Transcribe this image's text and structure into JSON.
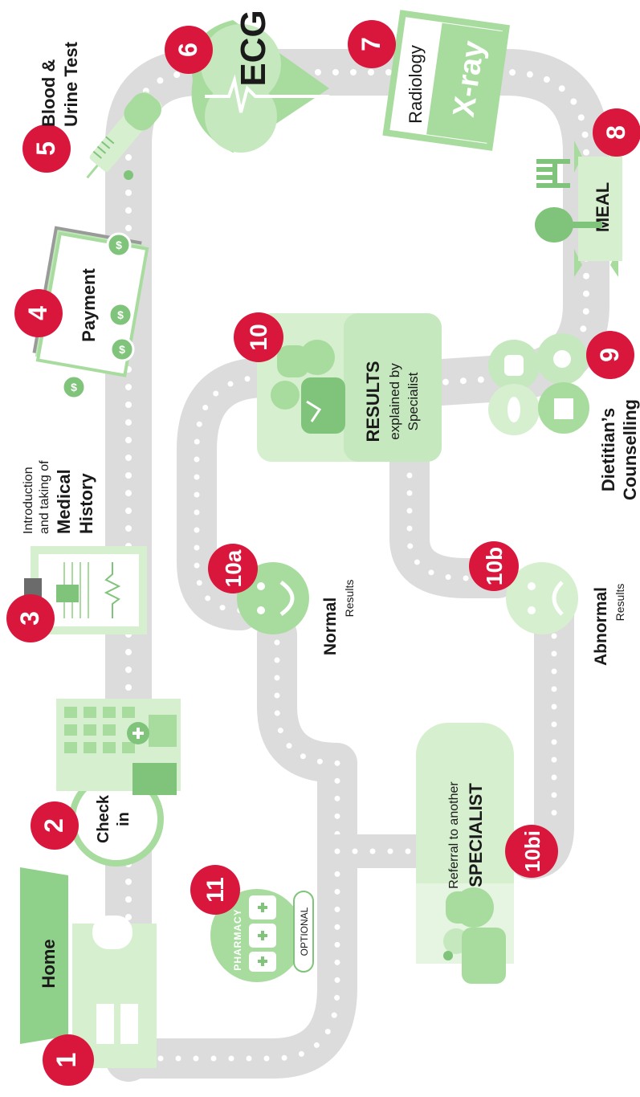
{
  "colors": {
    "road": "#dcdcdc",
    "dot": "#ffffff",
    "green_light": "#d6efcf",
    "green_mid": "#a8dc9e",
    "green_dark": "#7fc47a",
    "badge": "#d9173d",
    "text": "#1a1a1a"
  },
  "steps": {
    "s1": {
      "num": "1",
      "label": "Home"
    },
    "s2": {
      "num": "2",
      "label_line1": "Check",
      "label_line2": "in"
    },
    "s3": {
      "num": "3",
      "small1": "Introduction",
      "small2": "and taking of",
      "bold1": "Medical",
      "bold2": "History"
    },
    "s4": {
      "num": "4",
      "label": "Payment",
      "coin": "$"
    },
    "s5": {
      "num": "5",
      "line1": "Blood &",
      "line2": "Urine Test"
    },
    "s6": {
      "num": "6",
      "label": "ECG"
    },
    "s7": {
      "num": "7",
      "label": "Radiology",
      "xray": "X-ray"
    },
    "s8": {
      "num": "8",
      "label": "MEAL"
    },
    "s9": {
      "num": "9",
      "line1": "Dietitian’s",
      "line2": "Counselling"
    },
    "s10": {
      "num": "10",
      "bold": "RESULTS",
      "line2": "explained by",
      "line3": "Specialist"
    },
    "s10a": {
      "num": "10a",
      "bold": "Normal",
      "small": "Results"
    },
    "s10b": {
      "num": "10b",
      "bold": "Abnormal",
      "small": "Results"
    },
    "s10bi": {
      "num": "10bi",
      "small": "Referral to another",
      "bold": "SPECIALIST"
    },
    "s11": {
      "num": "11",
      "pharmacy": "PHARMACY",
      "optional": "OPTIONAL"
    }
  }
}
